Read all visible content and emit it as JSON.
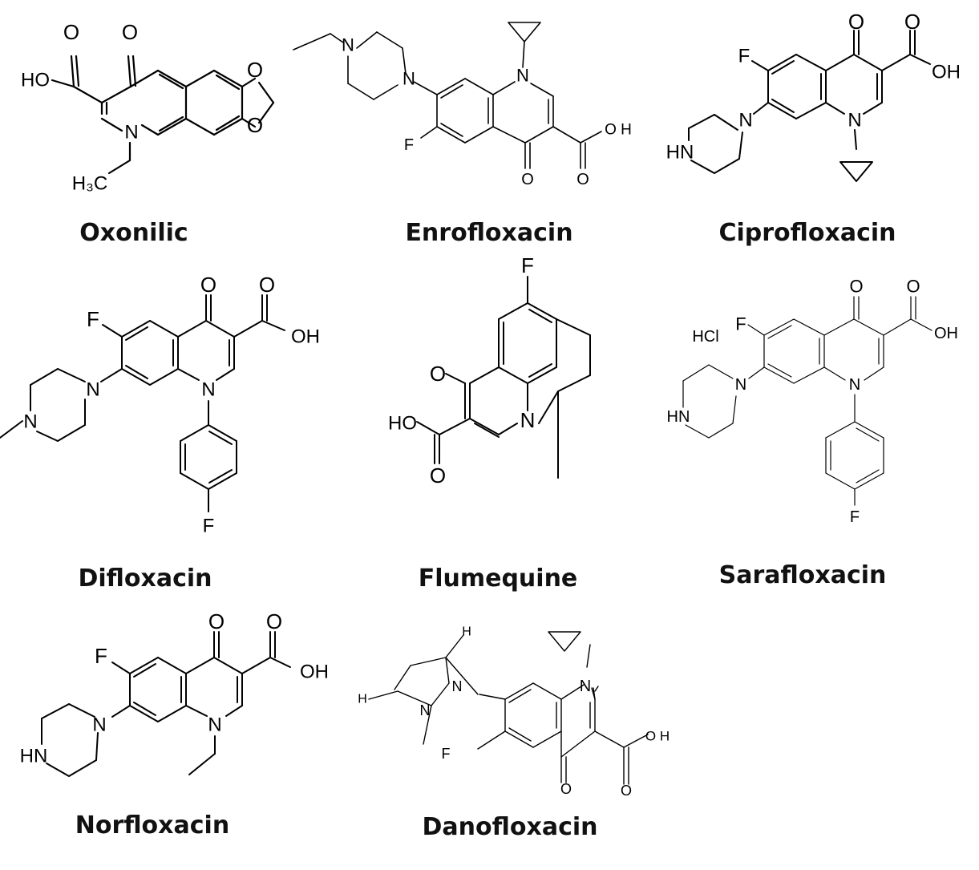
{
  "compounds": [
    {
      "name": "Oxonilic"
    },
    {
      "name": "Enrofloxacin"
    },
    {
      "name": "Ciprofloxacin"
    },
    {
      "name": "Difloxacin"
    },
    {
      "name": "Flumequine"
    },
    {
      "name": "Sarafloxacin"
    },
    {
      "name": "Norfloxacin"
    },
    {
      "name": "Danofloxacin"
    }
  ],
  "atom_labels": {
    "O": "O",
    "N": "N",
    "F": "F",
    "HO": "HO",
    "OH": "OH",
    "O_H": "O H",
    "HN": "HN",
    "HCl": "HCl",
    "H": "H",
    "H3C": "H₃C"
  }
}
